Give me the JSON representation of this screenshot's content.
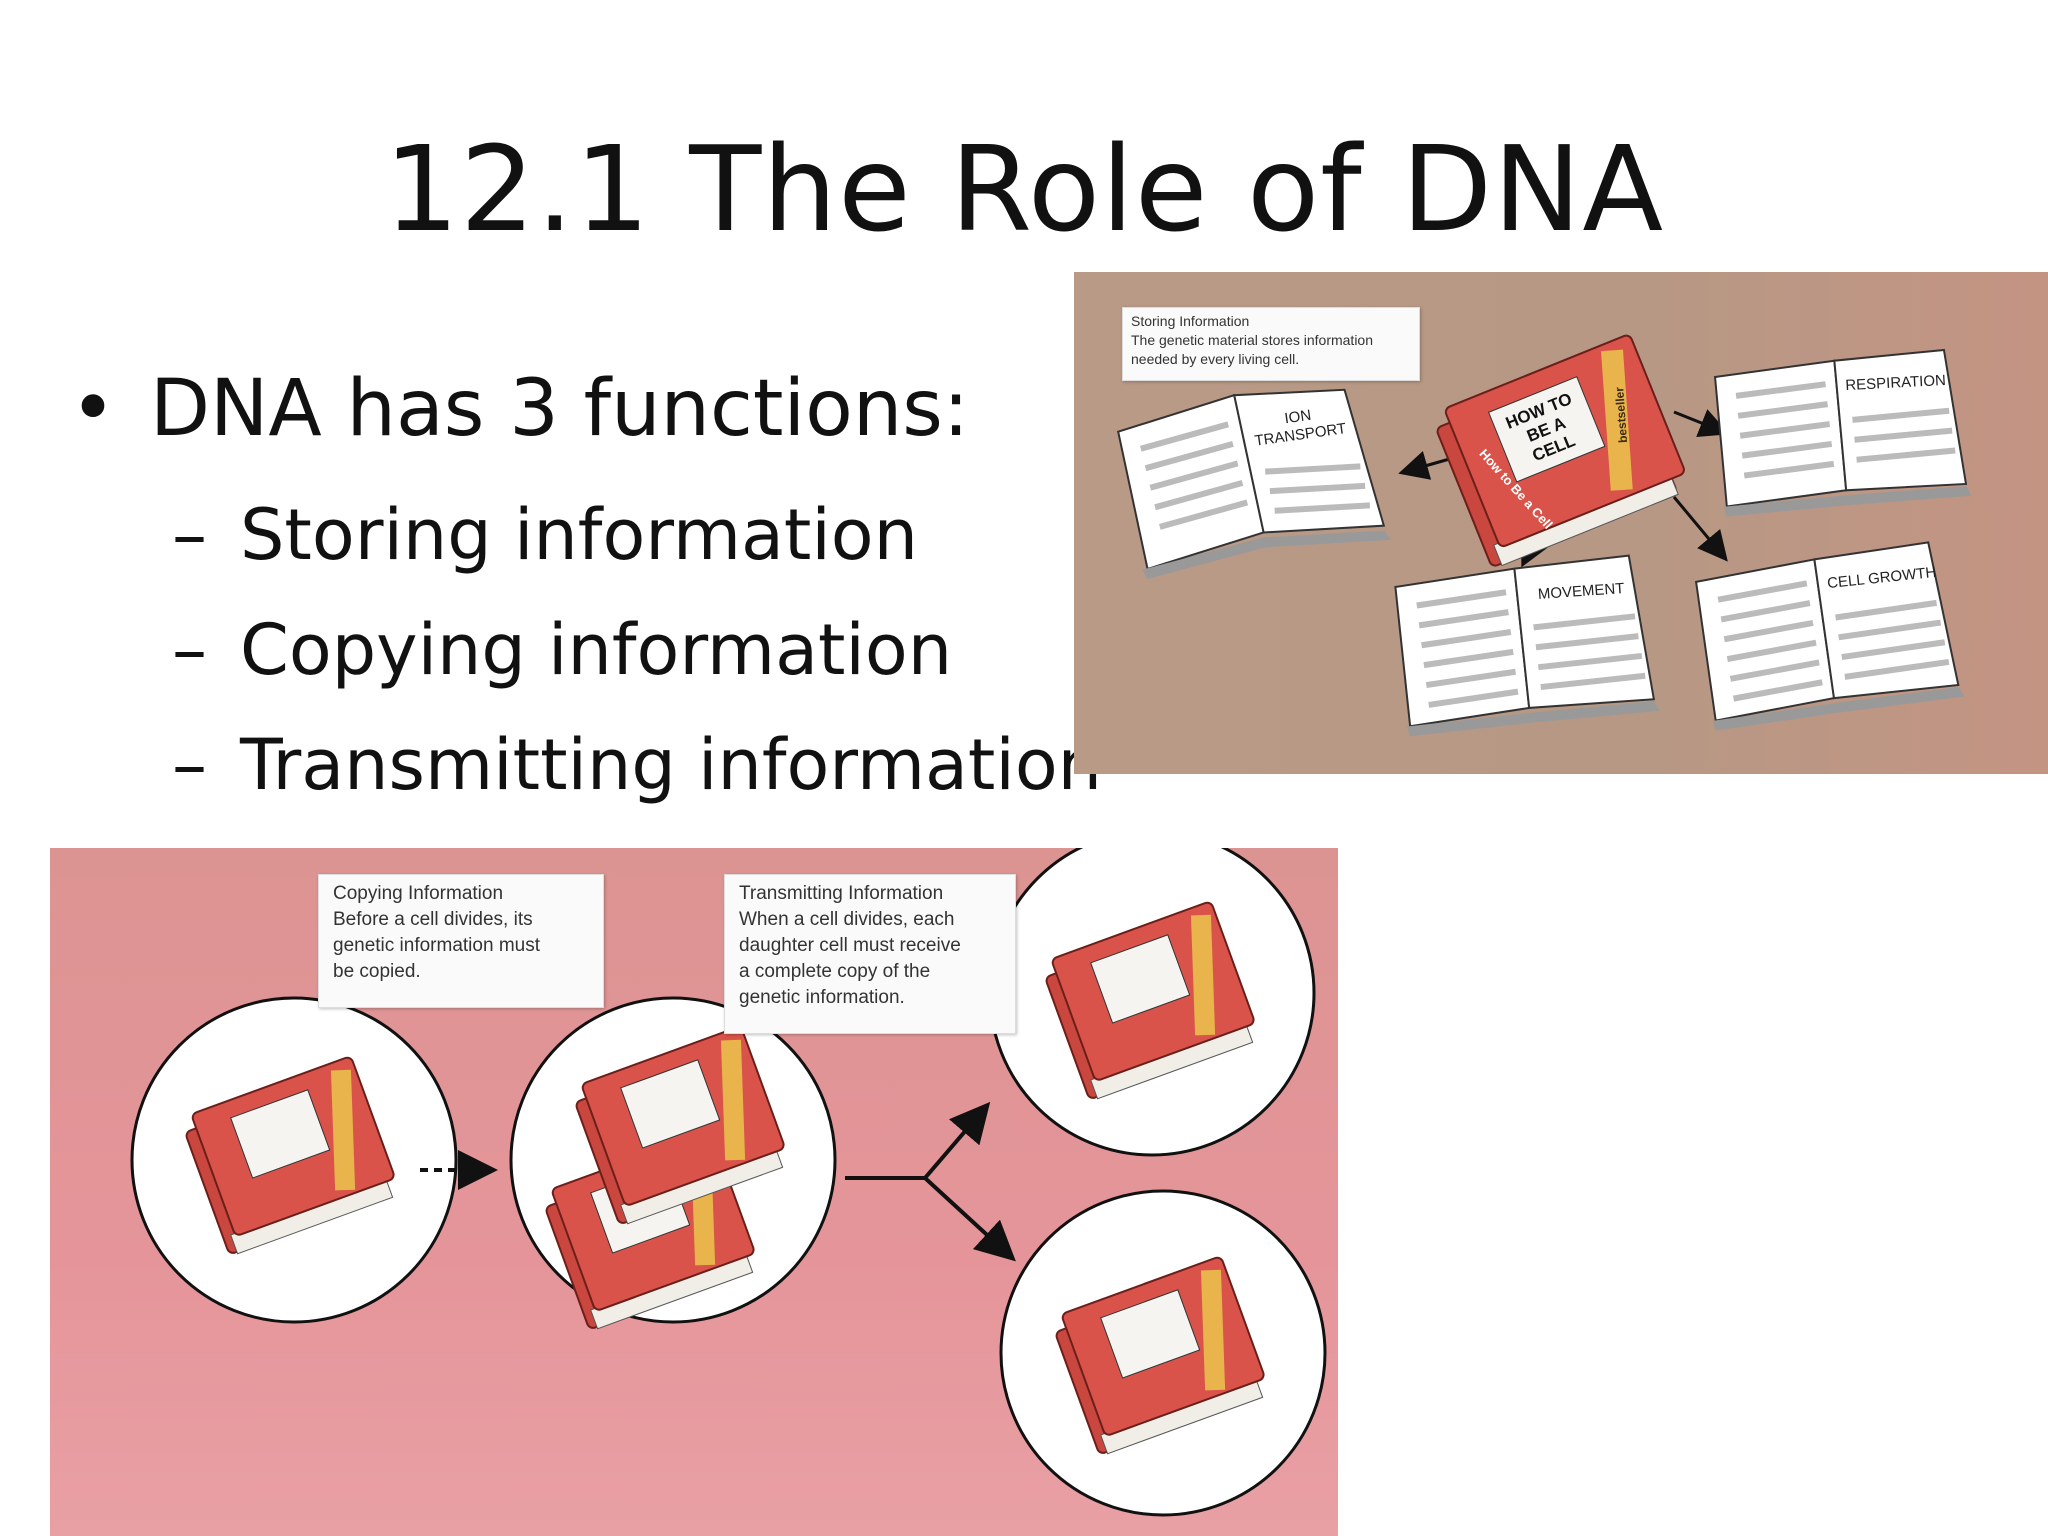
{
  "title": "12.1 The Role of DNA",
  "bullet": {
    "marker": "•",
    "text": "DNA has 3 functions:"
  },
  "subitems": [
    {
      "dash": "–",
      "text": "Storing information"
    },
    {
      "dash": "–",
      "text": "Copying information"
    },
    {
      "dash": "–",
      "text": "Transmitting information"
    }
  ],
  "storing_figure": {
    "caption_title": "Storing Information",
    "caption_lines": [
      "The genetic material stores information",
      "needed by every living cell."
    ],
    "book_cover": [
      "HOW TO",
      "BE A",
      "CELL"
    ],
    "book_spine": "How to Be a Cell",
    "book_badge": "bestseller",
    "open_books": [
      "ION",
      "TRANSPORT",
      "RESPIRATION",
      "MOVEMENT",
      "CELL GROWTH"
    ]
  },
  "copy_figure": {
    "copy_caption_title": "Copying Information",
    "copy_caption_lines": [
      "Before a cell divides, its",
      "genetic information must",
      "be copied."
    ],
    "transmit_caption_title": "Transmitting Information",
    "transmit_caption_lines": [
      "When a cell divides, each",
      "daughter cell must receive",
      "a complete copy of the",
      "genetic information."
    ]
  },
  "colors": {
    "book_red": "#d9534a",
    "panel_top_bg": "#b89a87",
    "panel_bottom_bg": "#e0959a"
  }
}
